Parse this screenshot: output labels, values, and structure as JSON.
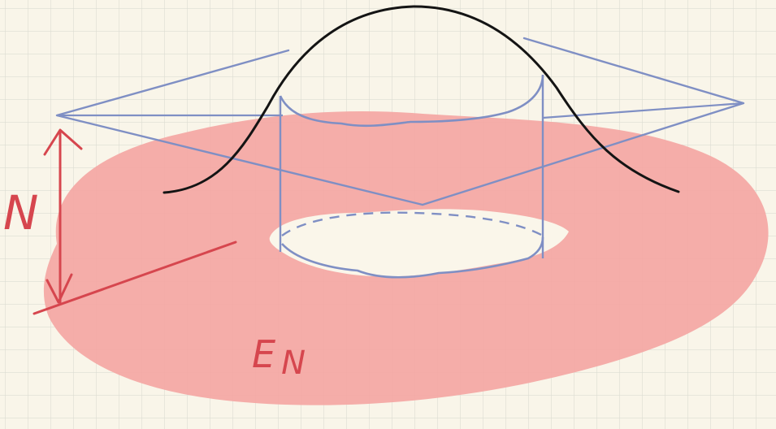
{
  "colors": {
    "paper": "#f9f5e9",
    "grid": "#dcdcd2",
    "region_fill": "#f4a6a3",
    "hole_fill": "#faf6ea",
    "plane_stroke": "#7f8fc4",
    "curve_stroke": "#141414",
    "label_red": "#d6464e"
  },
  "labels": {
    "height_label": "N",
    "region_label_main": "E",
    "region_label_sub": "N"
  }
}
